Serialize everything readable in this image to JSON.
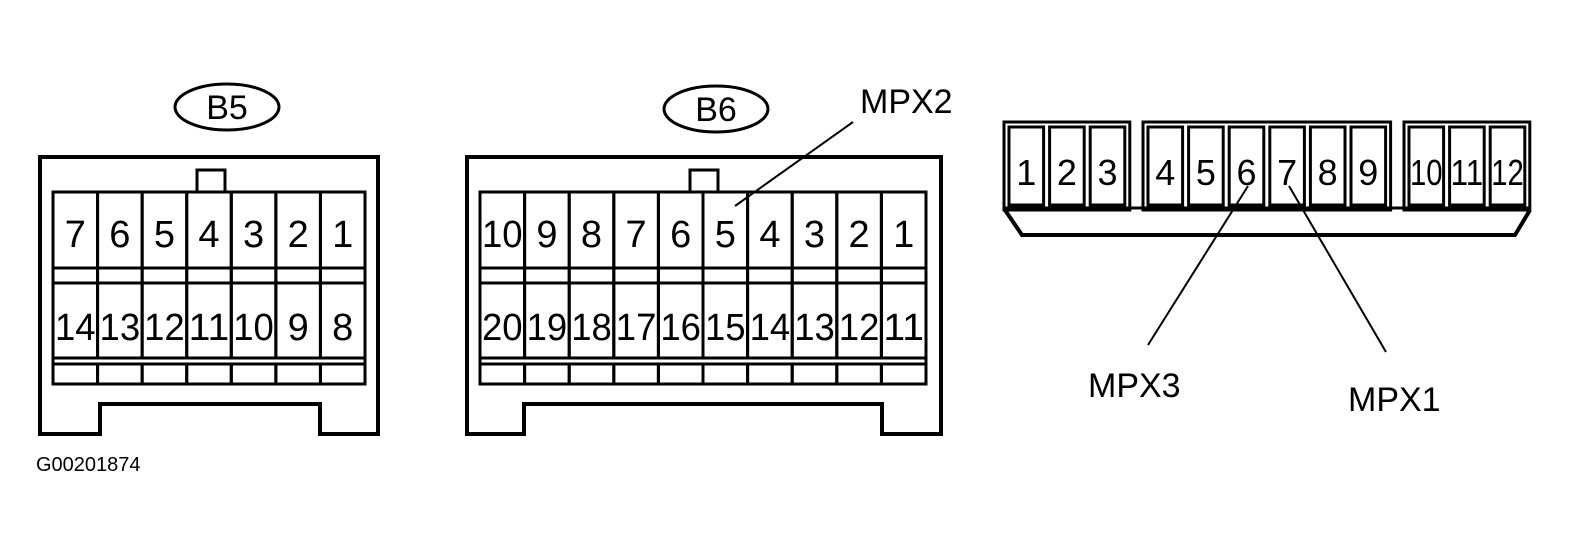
{
  "figure_id": "G00201874",
  "connectors": {
    "b5": {
      "label": "B5",
      "top_row": [
        "7",
        "6",
        "5",
        "4",
        "3",
        "2",
        "1"
      ],
      "bottom_row": [
        "14",
        "13",
        "12",
        "11",
        "10",
        "9",
        "8"
      ]
    },
    "b6": {
      "label": "B6",
      "top_row": [
        "10",
        "9",
        "8",
        "7",
        "6",
        "5",
        "4",
        "3",
        "2",
        "1"
      ],
      "bottom_row": [
        "20",
        "19",
        "18",
        "17",
        "16",
        "15",
        "14",
        "13",
        "12",
        "11"
      ]
    },
    "strip": {
      "groups": [
        [
          "1",
          "2",
          "3"
        ],
        [
          "4",
          "5",
          "6",
          "7",
          "8",
          "9"
        ],
        [
          "10",
          "11",
          "12"
        ]
      ]
    }
  },
  "callouts": {
    "mpx2": "MPX2",
    "mpx3": "MPX3",
    "mpx1": "MPX1"
  }
}
